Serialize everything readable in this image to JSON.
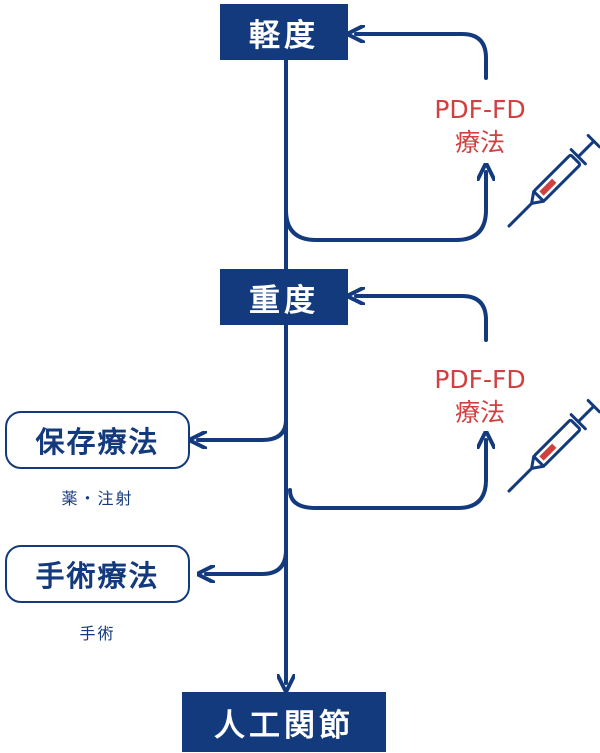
{
  "colors": {
    "navy": "#143a7e",
    "accent": "#d04040",
    "background": "#ffffff"
  },
  "stages": {
    "mild": "軽度",
    "severe": "重度",
    "artificial_joint": "人工関節"
  },
  "treatment_upper": {
    "line1": "PDF-FD",
    "line2": "療法"
  },
  "treatment_lower": {
    "line1": "PDF-FD",
    "line2": "療法"
  },
  "conservative": {
    "label": "保存療法",
    "sub": "薬・注射"
  },
  "surgical": {
    "label": "手術療法",
    "sub": "手術"
  },
  "icons": [
    "syringe-icon",
    "syringe-icon"
  ]
}
